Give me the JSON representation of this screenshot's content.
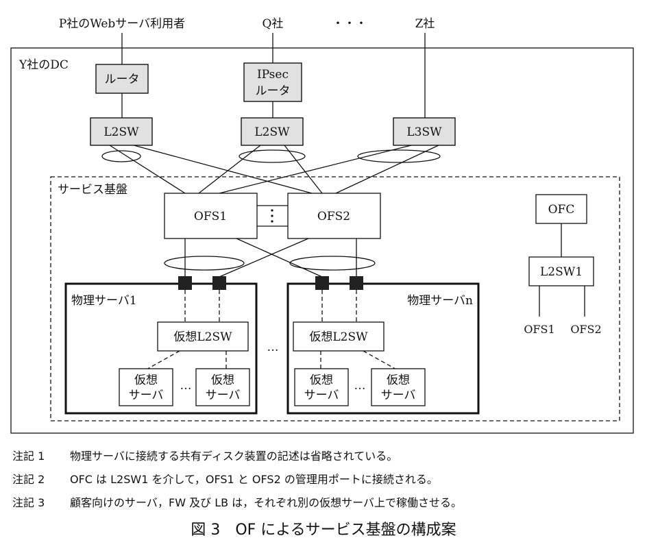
{
  "top_labels": {
    "p_users": "P社のWebサーバ利用者",
    "q": "Q社",
    "dots": "・・・",
    "z": "Z社"
  },
  "dc_label": "Y社のDC",
  "devices": {
    "router": "ルータ",
    "ipsec_line1": "IPsec",
    "ipsec_line2": "ルータ",
    "l2sw": "L2SW",
    "l3sw": "L3SW"
  },
  "service": {
    "label": "サービス基盤",
    "ofs1": "OFS1",
    "ofs2": "OFS2",
    "ofc": "OFC",
    "l2sw1": "L2SW1",
    "ofc_ofs1": "OFS1",
    "ofc_ofs2": "OFS2",
    "phys1": "物理サーバ1",
    "physn": "物理サーバn",
    "virtual_l2sw": "仮想L2SW",
    "vserver_line1": "仮想",
    "vserver_line2": "サーバ",
    "ellipsis": "…"
  },
  "notes": [
    {
      "tag": "注記 1",
      "text": "物理サーバに接続する共有ディスク装置の記述は省略されている。"
    },
    {
      "tag": "注記 2",
      "text": "OFC は L2SW1 を介して，OFS1 と OFS2 の管理用ポートに接続される。"
    },
    {
      "tag": "注記 3",
      "text": "顧客向けのサーバ，FW 及び LB は，それぞれ別の仮想サーバ上で稼働させる。"
    }
  ],
  "caption": "図 3　OF によるサービス基盤の構成案"
}
